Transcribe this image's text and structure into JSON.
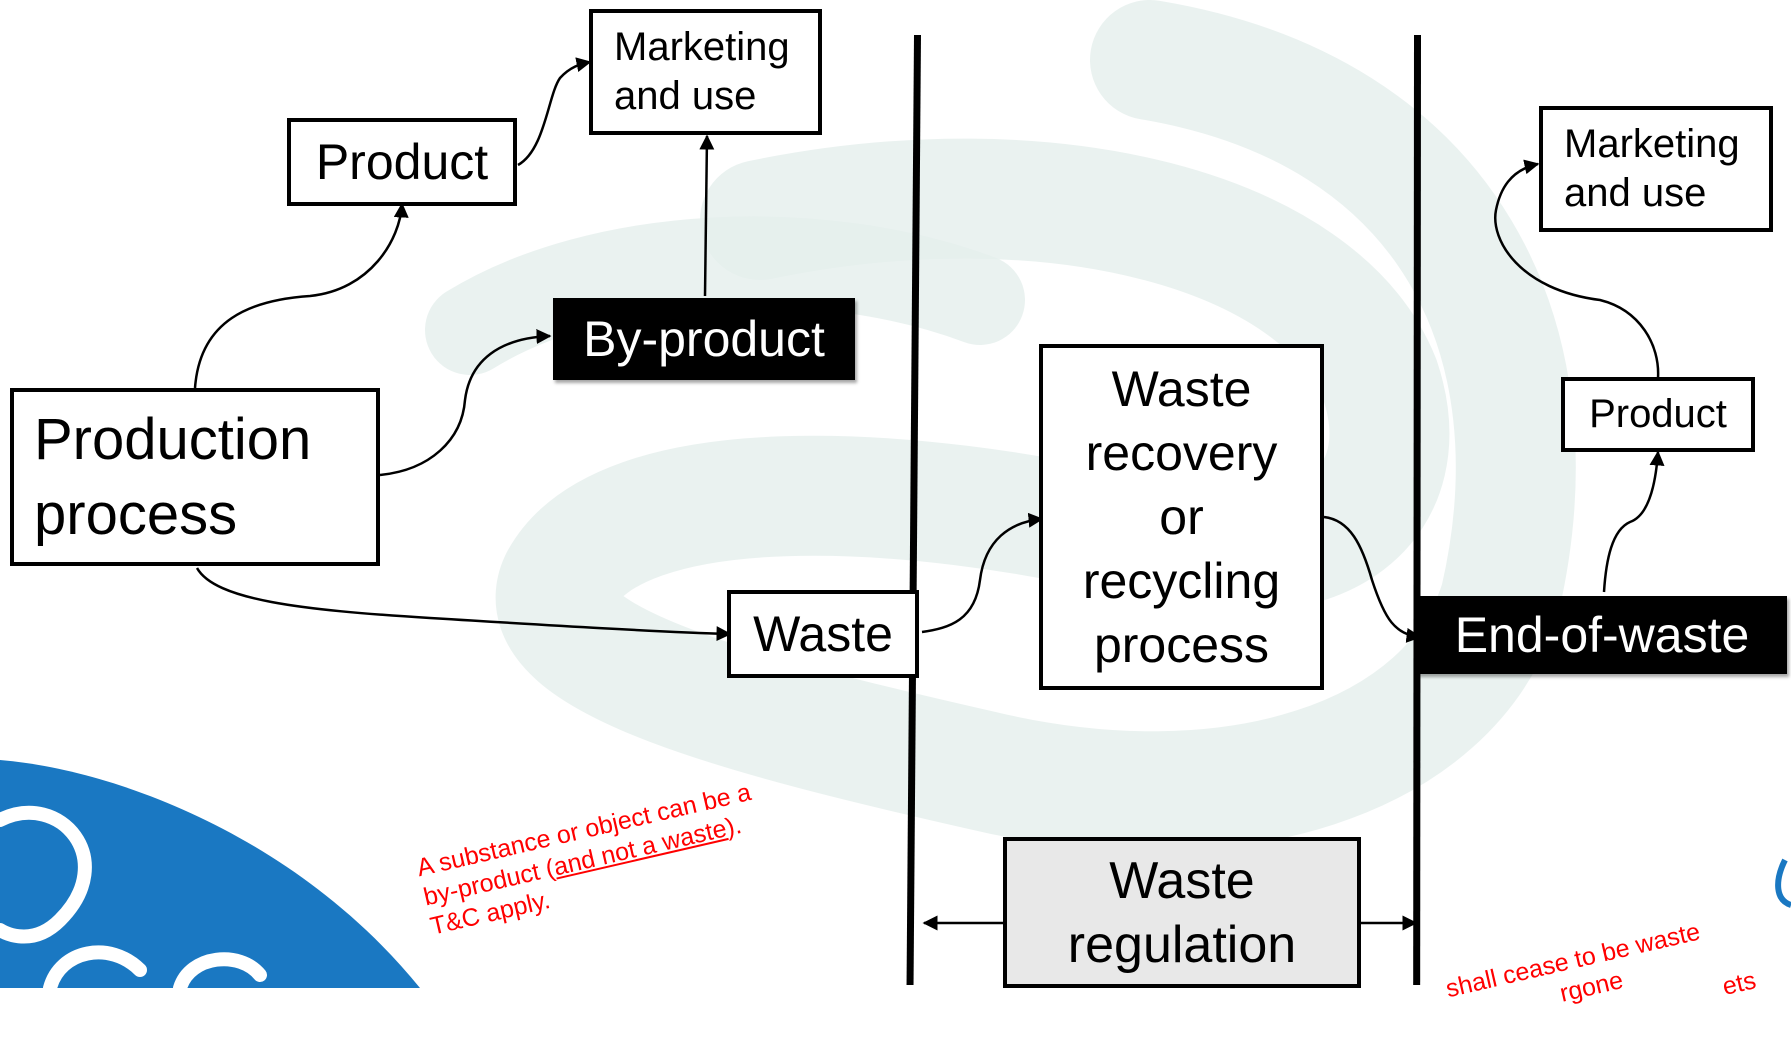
{
  "nodes": {
    "marketing_top": "Marketing and use",
    "product_top": "Product",
    "by_product": "By-product",
    "production_process": "Production process",
    "waste": "Waste",
    "recovery": "Waste recovery or recycling process",
    "end_of_waste": "End-of-waste",
    "product_right": "Product",
    "marketing_right": "Marketing and use",
    "waste_regulation": "Waste regulation"
  },
  "notes": {
    "byproduct_line1": "A substance or object can be a",
    "byproduct_line2_prefix": "by-product (",
    "byproduct_line2_underlined": "and not a waste",
    "byproduct_line2_suffix": ").",
    "byproduct_line3": "T&C apply.",
    "endofwaste_line1": "shall cease to be waste",
    "endofwaste_line2": "rgone",
    "endofwaste_line3": "ets"
  },
  "colors": {
    "note_text": "#ff0000",
    "watermark": "#e5efec",
    "logo_blue": "#1a78c2",
    "regulation_fill": "#e8e8e8"
  }
}
